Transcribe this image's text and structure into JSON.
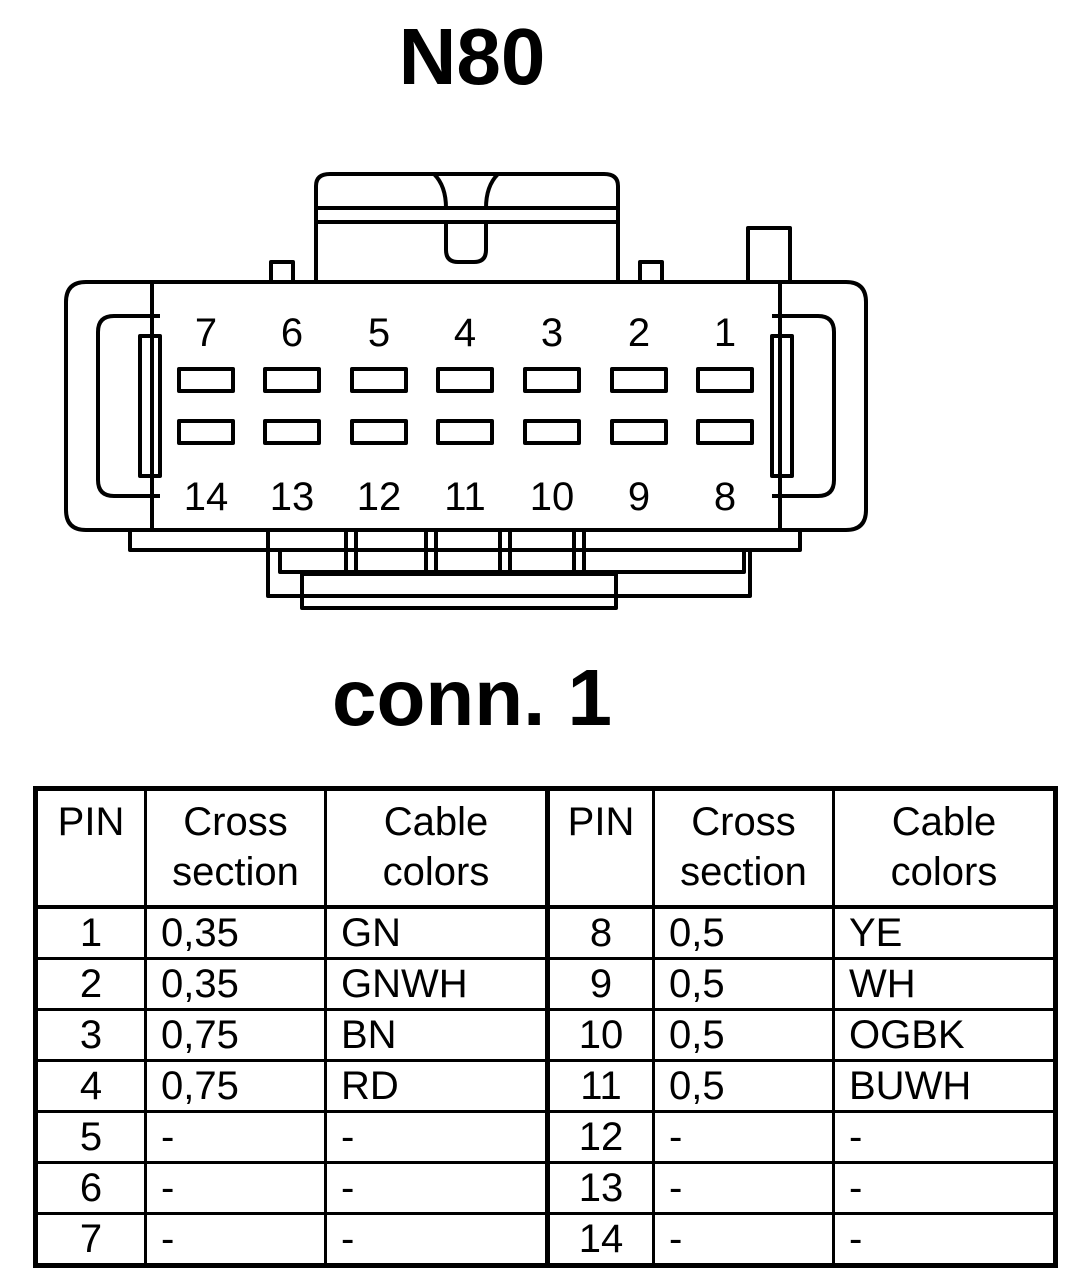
{
  "title": "N80",
  "connector_label": "conn. 1",
  "connector": {
    "top_row_pins": [
      "7",
      "6",
      "5",
      "4",
      "3",
      "2",
      "1"
    ],
    "bottom_row_pins": [
      "14",
      "13",
      "12",
      "11",
      "10",
      "9",
      "8"
    ]
  },
  "table": {
    "headers": {
      "pin": "PIN",
      "cross_line1": "Cross",
      "cross_line2": "section",
      "color_line1": "Cable",
      "color_line2": "colors"
    },
    "rows": [
      {
        "left": {
          "pin": "1",
          "cross": "0,35",
          "color": "GN"
        },
        "right": {
          "pin": "8",
          "cross": "0,5",
          "color": "YE"
        }
      },
      {
        "left": {
          "pin": "2",
          "cross": "0,35",
          "color": "GNWH"
        },
        "right": {
          "pin": "9",
          "cross": "0,5",
          "color": "WH"
        }
      },
      {
        "left": {
          "pin": "3",
          "cross": "0,75",
          "color": "BN"
        },
        "right": {
          "pin": "10",
          "cross": "0,5",
          "color": "OGBK"
        }
      },
      {
        "left": {
          "pin": "4",
          "cross": "0,75",
          "color": "RD"
        },
        "right": {
          "pin": "11",
          "cross": "0,5",
          "color": "BUWH"
        }
      },
      {
        "left": {
          "pin": "5",
          "cross": "-",
          "color": "-"
        },
        "right": {
          "pin": "12",
          "cross": "-",
          "color": "-"
        }
      },
      {
        "left": {
          "pin": "6",
          "cross": "-",
          "color": "-"
        },
        "right": {
          "pin": "13",
          "cross": "-",
          "color": "-"
        }
      },
      {
        "left": {
          "pin": "7",
          "cross": "-",
          "color": "-"
        },
        "right": {
          "pin": "14",
          "cross": "-",
          "color": "-"
        }
      }
    ]
  }
}
